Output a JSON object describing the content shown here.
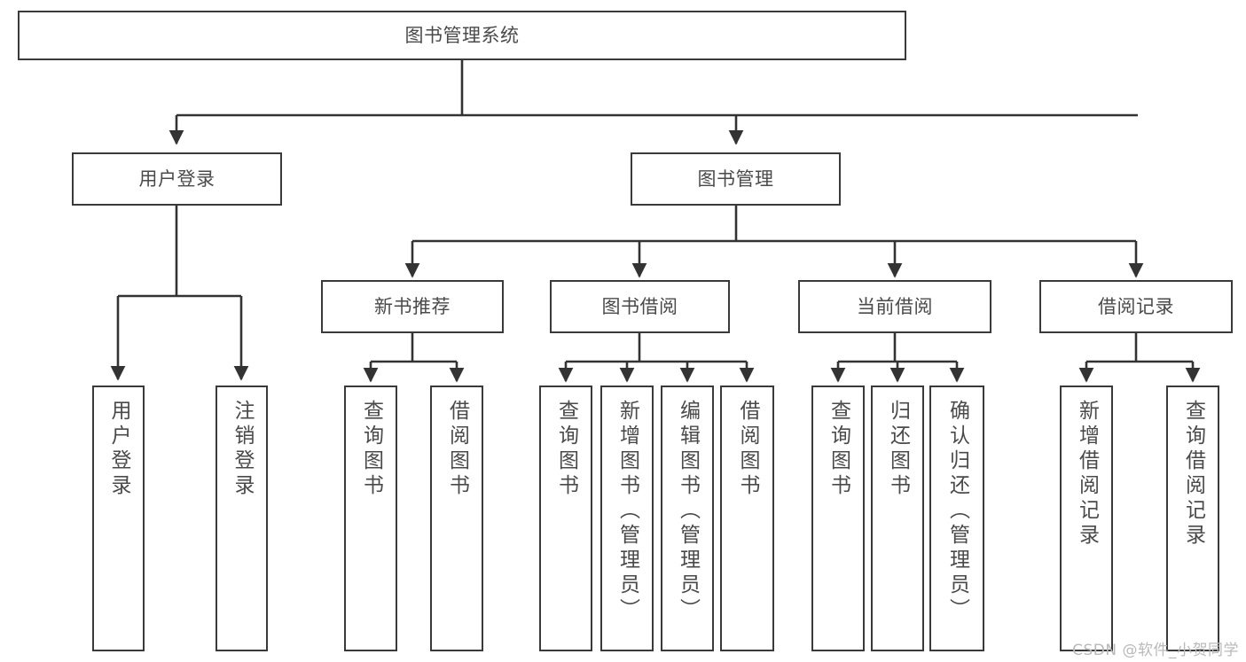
{
  "diagram": {
    "type": "tree-hierarchy",
    "title": "图书管理系统",
    "watermark": "CSDN @软件_小贺同学",
    "colors": {
      "box_border": "#3a3a3a",
      "box_fill": "#ffffff",
      "text": "#4a4a4a",
      "edge": "#333333",
      "background": "#ffffff",
      "watermark": "#b9b9b9"
    },
    "nodes": {
      "root": {
        "label": "图书管理系统"
      },
      "level1": [
        {
          "id": "user-login",
          "label": "用户登录"
        },
        {
          "id": "book-management",
          "label": "图书管理"
        }
      ],
      "level2": [
        {
          "id": "new-book-recommend",
          "label": "新书推荐"
        },
        {
          "id": "book-borrow",
          "label": "图书借阅"
        },
        {
          "id": "current-borrow",
          "label": "当前借阅"
        },
        {
          "id": "borrow-record",
          "label": "借阅记录"
        }
      ],
      "leaves": {
        "user-login": [
          {
            "id": "leaf-user-login",
            "label": "用户登录"
          },
          {
            "id": "leaf-logout-login",
            "label": "注销登录"
          }
        ],
        "new-book-recommend": [
          {
            "id": "leaf-query-book-1",
            "label": "查询图书"
          },
          {
            "id": "leaf-borrow-book-1",
            "label": "借阅图书"
          }
        ],
        "book-borrow": [
          {
            "id": "leaf-query-book-2",
            "label": "查询图书"
          },
          {
            "id": "leaf-add-book",
            "label": "新增图书（管理员）"
          },
          {
            "id": "leaf-edit-book",
            "label": "编辑图书（管理员）"
          },
          {
            "id": "leaf-borrow-book-2",
            "label": "借阅图书"
          }
        ],
        "current-borrow": [
          {
            "id": "leaf-query-book-3",
            "label": "查询图书"
          },
          {
            "id": "leaf-return-book",
            "label": "归还图书"
          },
          {
            "id": "leaf-confirm-return",
            "label": "确认归还（管理员）"
          }
        ],
        "borrow-record": [
          {
            "id": "leaf-add-record",
            "label": "新增借阅记录"
          },
          {
            "id": "leaf-query-record",
            "label": "查询借阅记录"
          }
        ]
      }
    }
  }
}
